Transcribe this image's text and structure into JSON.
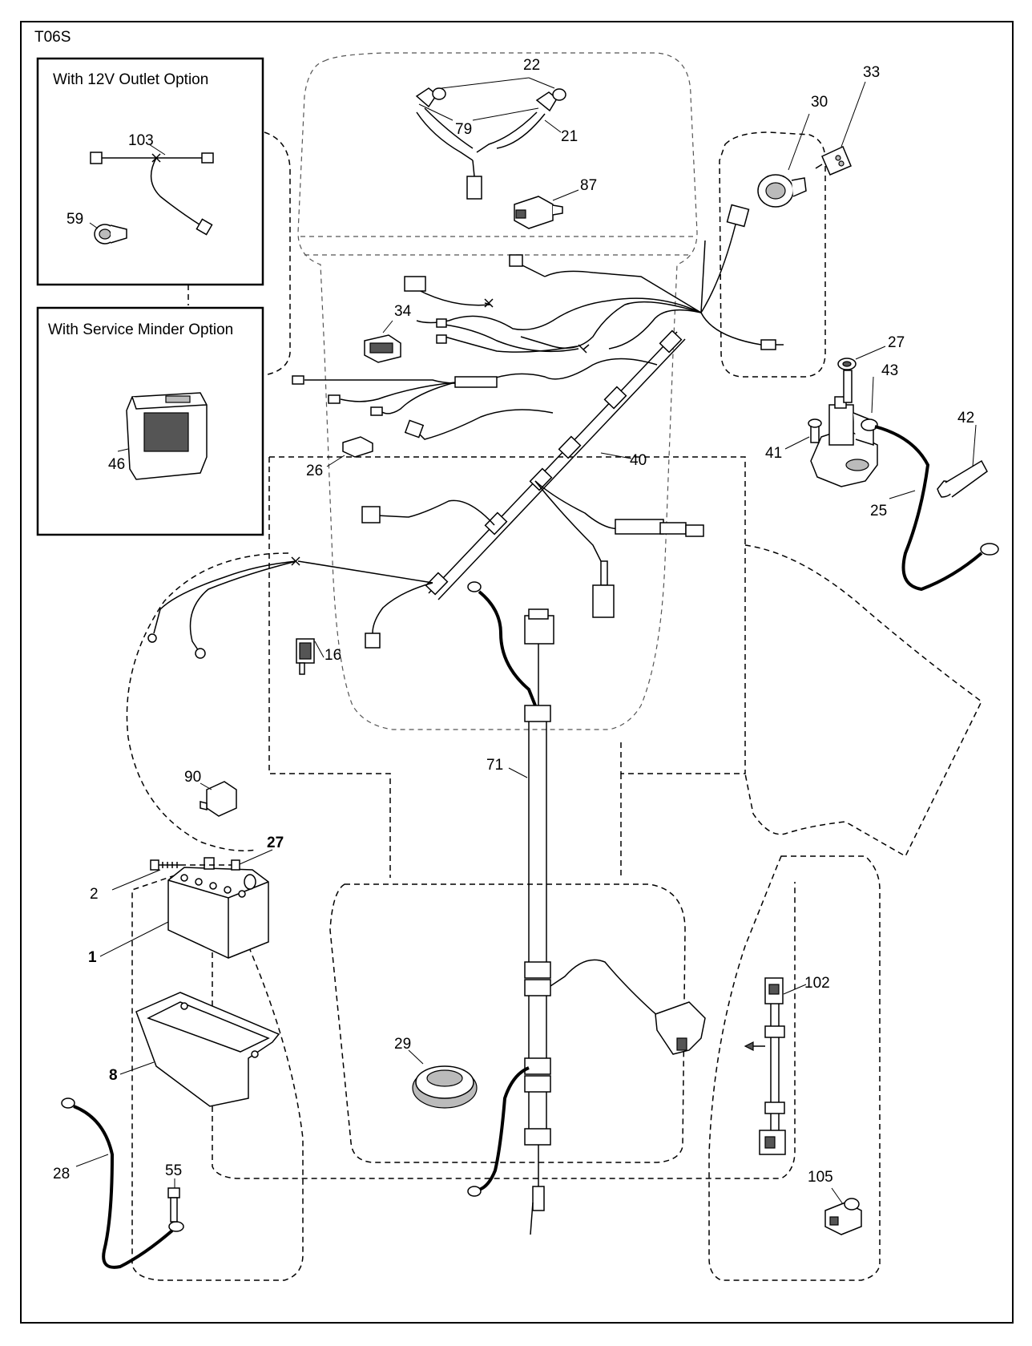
{
  "diagram_code": "T06S",
  "option_boxes": {
    "outlet_title": "With 12V Outlet Option",
    "minder_title": "With Service Minder Option"
  },
  "callouts": {
    "c1": "1",
    "c2": "2",
    "c8": "8",
    "c16": "16",
    "c21": "21",
    "c22": "22",
    "c25": "25",
    "c26": "26",
    "c27a": "27",
    "c27b": "27",
    "c28": "28",
    "c29": "29",
    "c30": "30",
    "c33": "33",
    "c34": "34",
    "c40": "40",
    "c41": "41",
    "c42": "42",
    "c43": "43",
    "c46": "46",
    "c55": "55",
    "c59": "59",
    "c71": "71",
    "c79": "79",
    "c87": "87",
    "c90": "90",
    "c102": "102",
    "c103": "103",
    "c105": "105"
  }
}
